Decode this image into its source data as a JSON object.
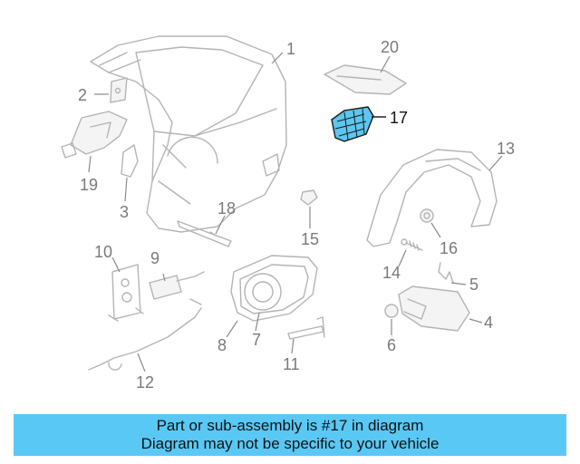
{
  "diagram": {
    "highlight_color": "#5cc6ee",
    "highlighted_part": "17",
    "labels": [
      "1",
      "2",
      "3",
      "4",
      "5",
      "6",
      "7",
      "8",
      "9",
      "10",
      "11",
      "12",
      "13",
      "14",
      "15",
      "16",
      "17",
      "18",
      "19",
      "20"
    ]
  },
  "banner": {
    "line1": "Part or sub-assembly is #17 in diagram",
    "line2": "Diagram may not be specific to your vehicle",
    "color": "#5ac8f5"
  }
}
